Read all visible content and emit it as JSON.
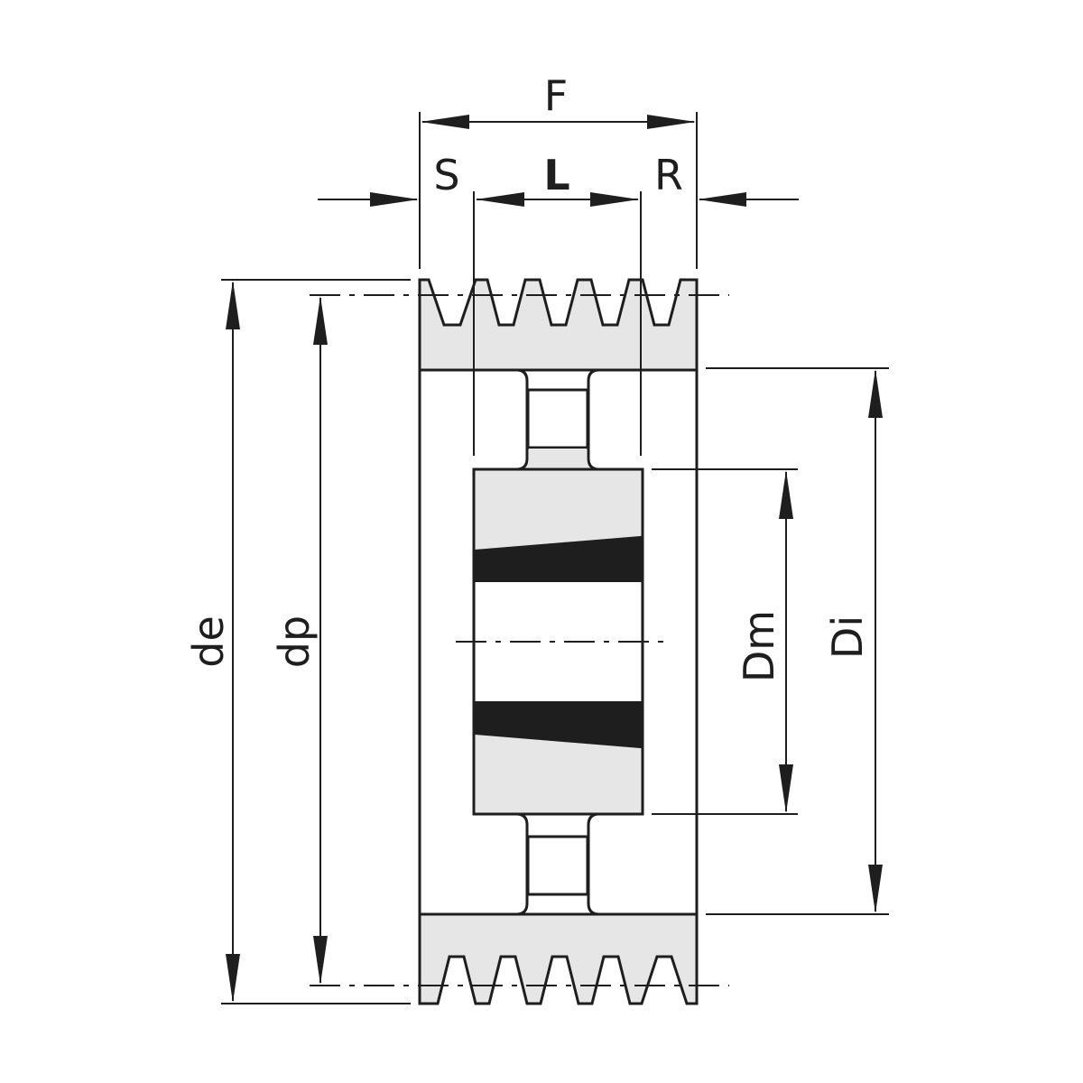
{
  "labels": {
    "F": "F",
    "S": "S",
    "L": "L",
    "R": "R",
    "de": "de",
    "dp": "dp",
    "Dm": "Dm",
    "Di": "Di"
  },
  "colors": {
    "line": "#1e1e1e",
    "fill": "#e6e6e6",
    "background": "#ffffff"
  }
}
